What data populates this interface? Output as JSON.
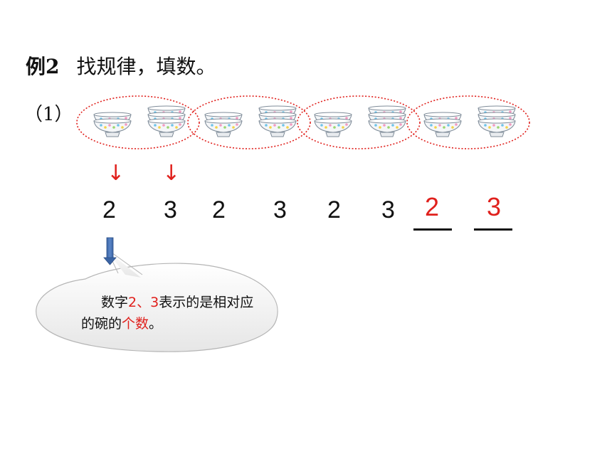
{
  "title": {
    "example": "例2",
    "text": "找规律，填数。"
  },
  "part_label": "（1）",
  "sequence": [
    "2",
    "3",
    "2",
    "3",
    "2",
    "3"
  ],
  "answers": [
    "2",
    "3"
  ],
  "arrows": [
    "↓",
    "↓"
  ],
  "note": {
    "t1": "数字",
    "h1": "2、3",
    "t2": "表示的是相对应的碗的",
    "h2": "个数",
    "t3": "。"
  },
  "bowl_groups": [
    {
      "left_bowls": 2,
      "right_bowls": 3
    },
    {
      "left_bowls": 2,
      "right_bowls": 3
    },
    {
      "left_bowls": 2,
      "right_bowls": 3
    },
    {
      "left_bowls": 2,
      "right_bowls": 3
    }
  ],
  "colors": {
    "accent": "#e0201c",
    "arrow": "#3e6cae",
    "text": "#111111"
  }
}
